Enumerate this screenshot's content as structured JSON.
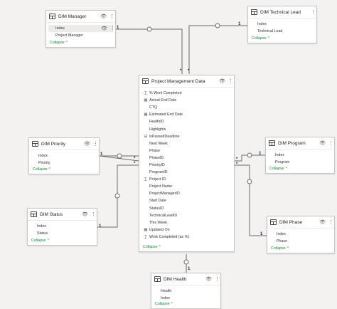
{
  "tables": {
    "dim_manager": {
      "title": "DIM Manager",
      "fields": [
        "Index",
        "Project Manager"
      ],
      "collapse": "Collapse"
    },
    "dim_technical_lead": {
      "title": "DIM Technical Lead",
      "fields": [
        "Index",
        "Technical Lead"
      ],
      "collapse": "Collapse"
    },
    "project_management_data": {
      "title": "Project Management Data",
      "fields": [
        {
          "name": "% Work Completed",
          "icon": "sigma-icon"
        },
        {
          "name": "Actual End Date",
          "icon": "calendar-icon"
        },
        {
          "name": "CTQ",
          "icon": ""
        },
        {
          "name": "Estimated End Date",
          "icon": "calendar-icon"
        },
        {
          "name": "HealthID",
          "icon": ""
        },
        {
          "name": "Highlights",
          "icon": ""
        },
        {
          "name": "isPassedDeadline",
          "icon": "boolean-icon"
        },
        {
          "name": "Next Week",
          "icon": ""
        },
        {
          "name": "Phase",
          "icon": ""
        },
        {
          "name": "PhaseID",
          "icon": ""
        },
        {
          "name": "PriorityID",
          "icon": ""
        },
        {
          "name": "ProgramID",
          "icon": ""
        },
        {
          "name": "Project ID",
          "icon": "sigma-icon"
        },
        {
          "name": "Project Name",
          "icon": ""
        },
        {
          "name": "ProjectManagerID",
          "icon": ""
        },
        {
          "name": "Start Date",
          "icon": ""
        },
        {
          "name": "StatusID",
          "icon": ""
        },
        {
          "name": "TechnicalLeadID",
          "icon": ""
        },
        {
          "name": "This Week",
          "icon": ""
        },
        {
          "name": "Updated On",
          "icon": "calendar-icon"
        },
        {
          "name": "Work Completed (as %)",
          "icon": "sigma-icon"
        }
      ],
      "collapse": "Collapse"
    },
    "dim_priority": {
      "title": "DIM Priority",
      "fields": [
        "Index",
        "Priority"
      ],
      "collapse": "Collapse"
    },
    "dim_program": {
      "title": "DIM Program",
      "fields": [
        "Index",
        "Program"
      ],
      "collapse": "Collapse"
    },
    "dim_status": {
      "title": "DIM Status",
      "fields": [
        "Index",
        "Status"
      ],
      "collapse": "Collapse"
    },
    "dim_phase": {
      "title": "DIM Phase",
      "fields": [
        "Index",
        "Phase"
      ],
      "collapse": "Collapse"
    },
    "dim_health": {
      "title": "DIM Health",
      "fields": [
        "Health",
        "Index"
      ],
      "collapse": "Collapse"
    }
  },
  "cardinality": {
    "one": "1",
    "many": "*"
  },
  "colors": {
    "accent": "#118833",
    "border": "#c8c6c4",
    "line": "#605e5c"
  }
}
